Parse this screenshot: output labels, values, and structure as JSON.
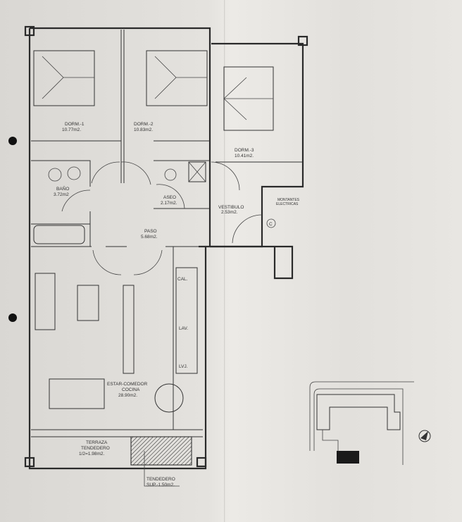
{
  "rooms": {
    "dorm1": {
      "name": "DORM.-1",
      "area": "10.77m2."
    },
    "dorm2": {
      "name": "DORM.-2",
      "area": "10.83m2."
    },
    "dorm3": {
      "name": "DORM.-3",
      "area": "10.41m2."
    },
    "bano": {
      "name": "BAÑO",
      "area": "3.72m2"
    },
    "aseo": {
      "name": "ASEO",
      "area": "2.17m2."
    },
    "vestibulo": {
      "name": "VESTIBULO",
      "area": "2.53m2."
    },
    "paso": {
      "name": "PASO",
      "area": "5.68m2."
    },
    "estar": {
      "name": "ESTAR-COMEDOR",
      "name2": "COCINA",
      "area": "28.90m2."
    },
    "terraza": {
      "name": "TERRAZA",
      "name2": "TENDEDERO",
      "area": "1/2=1.98m2."
    },
    "tendedero": {
      "name": "TENDEDERO",
      "area": "SUP.-1.50m2."
    }
  },
  "fixtures": {
    "montantes": "MONTANTES",
    "electricas": "ELECTRICAS",
    "counter_symbol": "C",
    "cal": "CAL.",
    "lav": "LAV.",
    "lvj": "LVJ."
  }
}
